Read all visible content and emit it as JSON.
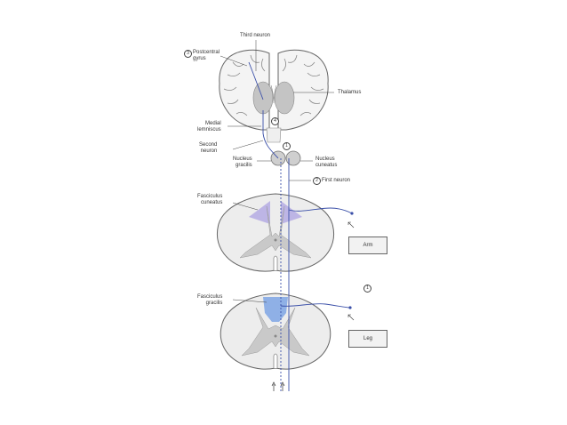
{
  "labels": {
    "third_neuron": "Third neuron",
    "postcentral_gyrus": "Postcentral\ngyrus",
    "thalamus": "Thalamus",
    "medial_lemniscus": "Medial\nlemniscus",
    "second_neuron": "Second\nneuron",
    "nucleus_gracilis": "Nucleus\ngracilis",
    "nucleus_cuneatus": "Nucleus\ncuneatus",
    "first_neuron": "First neuron",
    "fasciculus_cuneatus": "Fasciculus\ncuneatus",
    "fasciculus_gracilis": "Fasciculus\ngracilis",
    "arm": "Arm",
    "leg": "Leg"
  },
  "markers": {
    "m3": "3",
    "m4": "4",
    "m1": "1",
    "m2": "2",
    "m5": "1"
  },
  "colors": {
    "cuneatus_fill": "#b7aee3",
    "gracilis_fill": "#8fb0e6",
    "pathway_blue": "#3a4fa8",
    "grey_matter": "#c9c9c9",
    "white_matter": "#ededed",
    "outline": "#666666"
  }
}
